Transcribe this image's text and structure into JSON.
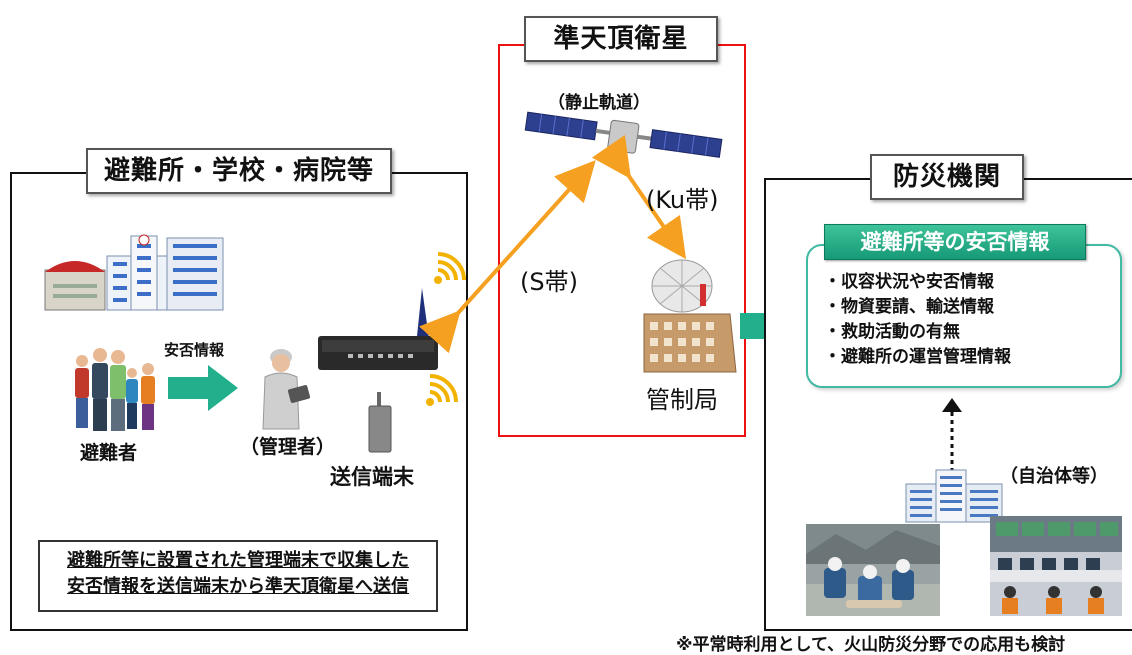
{
  "satellite_section": {
    "title": "準天頂衛星",
    "orbit": "（静止軌道）",
    "ku_band": "(Ku帯)",
    "s_band": "(S帯)",
    "control_station": "管制局"
  },
  "shelter_section": {
    "title": "避難所・学校・病院等",
    "arrow_label": "安否情報",
    "evacuees": "避難者",
    "manager": "（管理者）",
    "terminal": "送信端末",
    "note": [
      "避難所等に設置された管理端末で収集した",
      "安否情報を送信端末から準天頂衛星へ送信"
    ]
  },
  "disaster_section": {
    "title": "防災機関",
    "info_title": "避難所等の安否情報",
    "info_items": [
      "・収容状況や安否情報",
      "・物資要請、輸送情報",
      "・救助活動の有無",
      "・避難所の運営管理情報"
    ],
    "municipality": "（自治体等）"
  },
  "footnote": "※平常時利用として、火山防災分野での応用も検討",
  "colors": {
    "accent_teal": "#22b08c",
    "satellite_border": "#e11111",
    "link_arrow": "#f5a020"
  }
}
